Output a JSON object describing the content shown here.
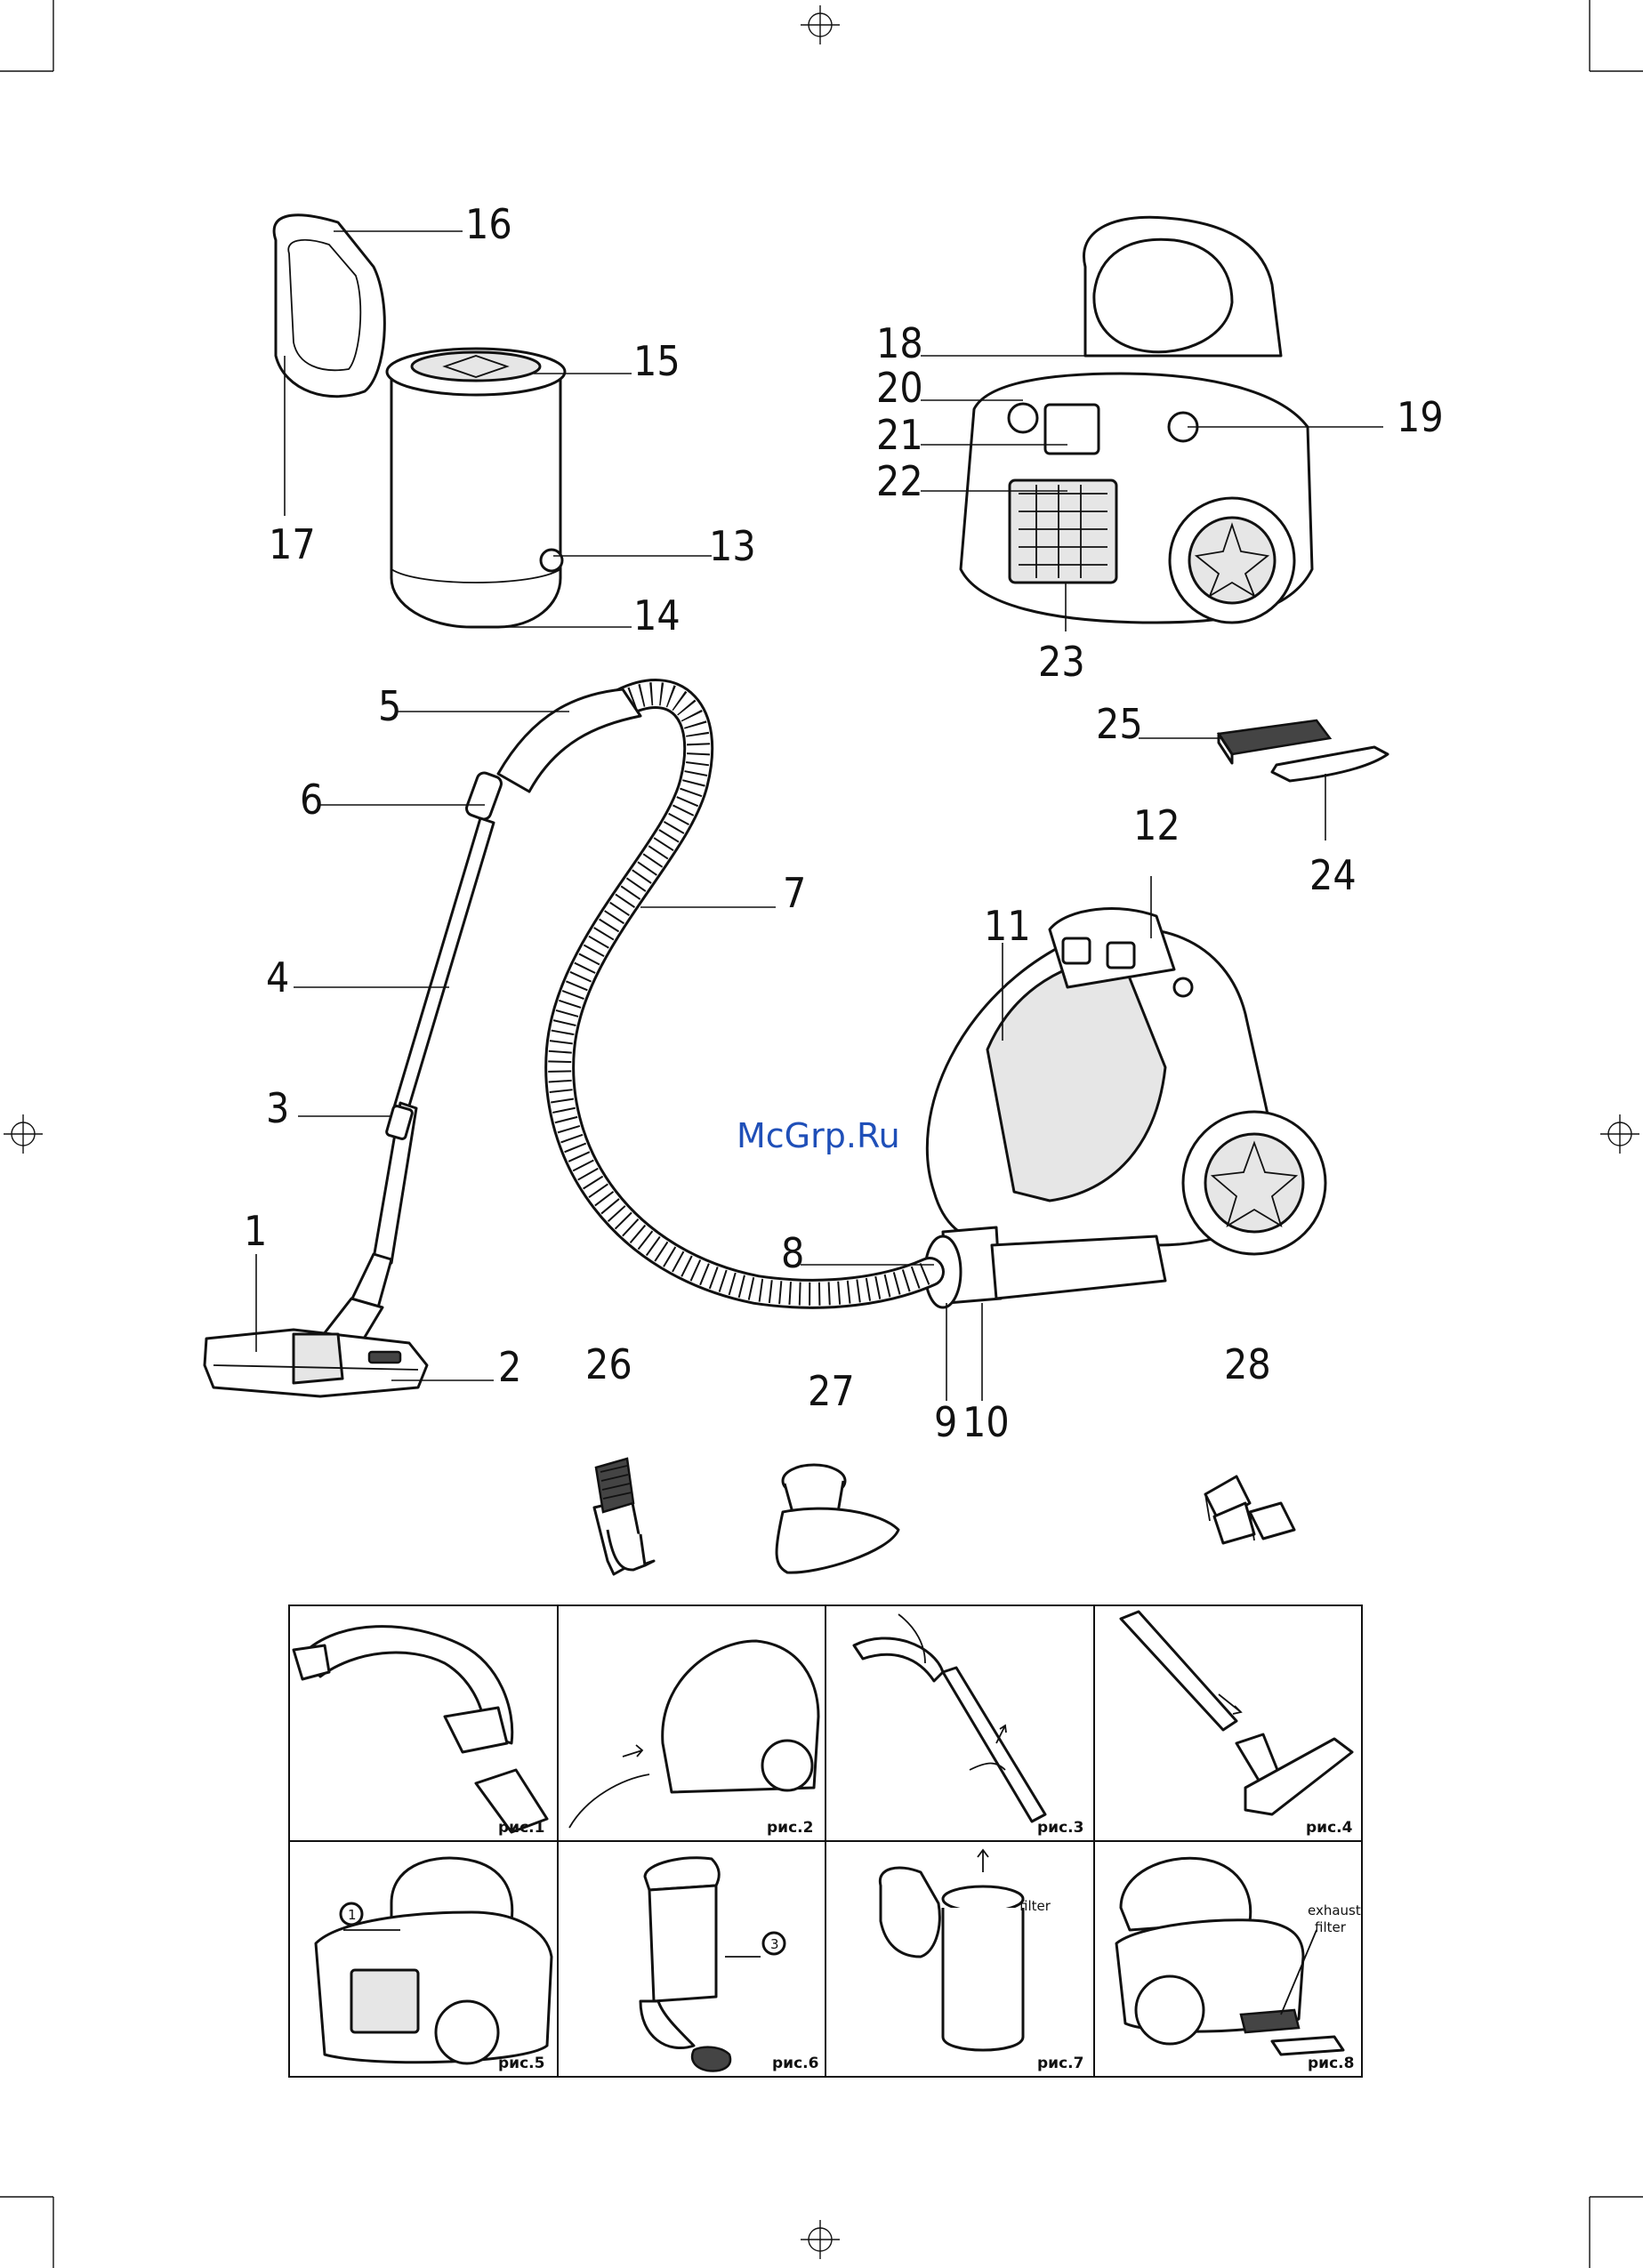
{
  "watermark": "McGrp.Ru",
  "parts": [
    {
      "id": "1",
      "label": "1"
    },
    {
      "id": "2",
      "label": "2"
    },
    {
      "id": "3",
      "label": "3"
    },
    {
      "id": "4",
      "label": "4"
    },
    {
      "id": "5",
      "label": "5"
    },
    {
      "id": "6",
      "label": "6"
    },
    {
      "id": "7",
      "label": "7"
    },
    {
      "id": "8",
      "label": "8"
    },
    {
      "id": "9",
      "label": "9"
    },
    {
      "id": "10",
      "label": "10"
    },
    {
      "id": "11",
      "label": "11"
    },
    {
      "id": "12",
      "label": "12"
    },
    {
      "id": "13",
      "label": "13"
    },
    {
      "id": "14",
      "label": "14"
    },
    {
      "id": "15",
      "label": "15"
    },
    {
      "id": "16",
      "label": "16"
    },
    {
      "id": "17",
      "label": "17"
    },
    {
      "id": "18",
      "label": "18"
    },
    {
      "id": "19",
      "label": "19"
    },
    {
      "id": "20",
      "label": "20"
    },
    {
      "id": "21",
      "label": "21"
    },
    {
      "id": "22",
      "label": "22"
    },
    {
      "id": "23",
      "label": "23"
    },
    {
      "id": "24",
      "label": "24"
    },
    {
      "id": "25",
      "label": "25"
    },
    {
      "id": "26",
      "label": "26"
    },
    {
      "id": "27",
      "label": "27"
    },
    {
      "id": "28",
      "label": "28"
    }
  ],
  "figures": [
    {
      "caption": "рис.1"
    },
    {
      "caption": "рис.2"
    },
    {
      "caption": "рис.3"
    },
    {
      "caption": "рис.4"
    },
    {
      "caption": "рис.5"
    },
    {
      "caption": "рис.6"
    },
    {
      "caption": "рис.7"
    },
    {
      "caption": "рис.8"
    }
  ],
  "figure_notes": {
    "fig5_step": "1",
    "fig6_step": "3",
    "fig7_filter": "filter",
    "fig8_exhaust_line1": "exhaust",
    "fig8_exhaust_line2": "filter"
  }
}
